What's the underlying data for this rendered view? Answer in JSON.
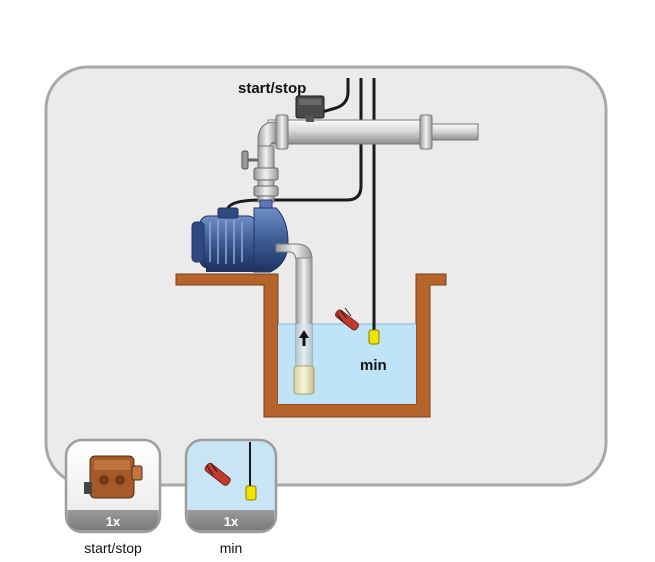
{
  "diagram": {
    "label_start_stop": "start/stop",
    "label_min": "min"
  },
  "legend": {
    "items": [
      {
        "qty": "1x",
        "caption": "start/stop",
        "icon": "pressure-switch-icon"
      },
      {
        "qty": "1x",
        "caption": "min",
        "icon": "float-switch-icon"
      }
    ]
  },
  "colors": {
    "panel": "#ebebeb",
    "panel_border": "#a9a9a9",
    "tank_wall": "#b5652b",
    "water": "#bfe3f7",
    "pump_body": "#3d5c94",
    "float": "#f2e200",
    "badge": "#8c8c8c"
  }
}
